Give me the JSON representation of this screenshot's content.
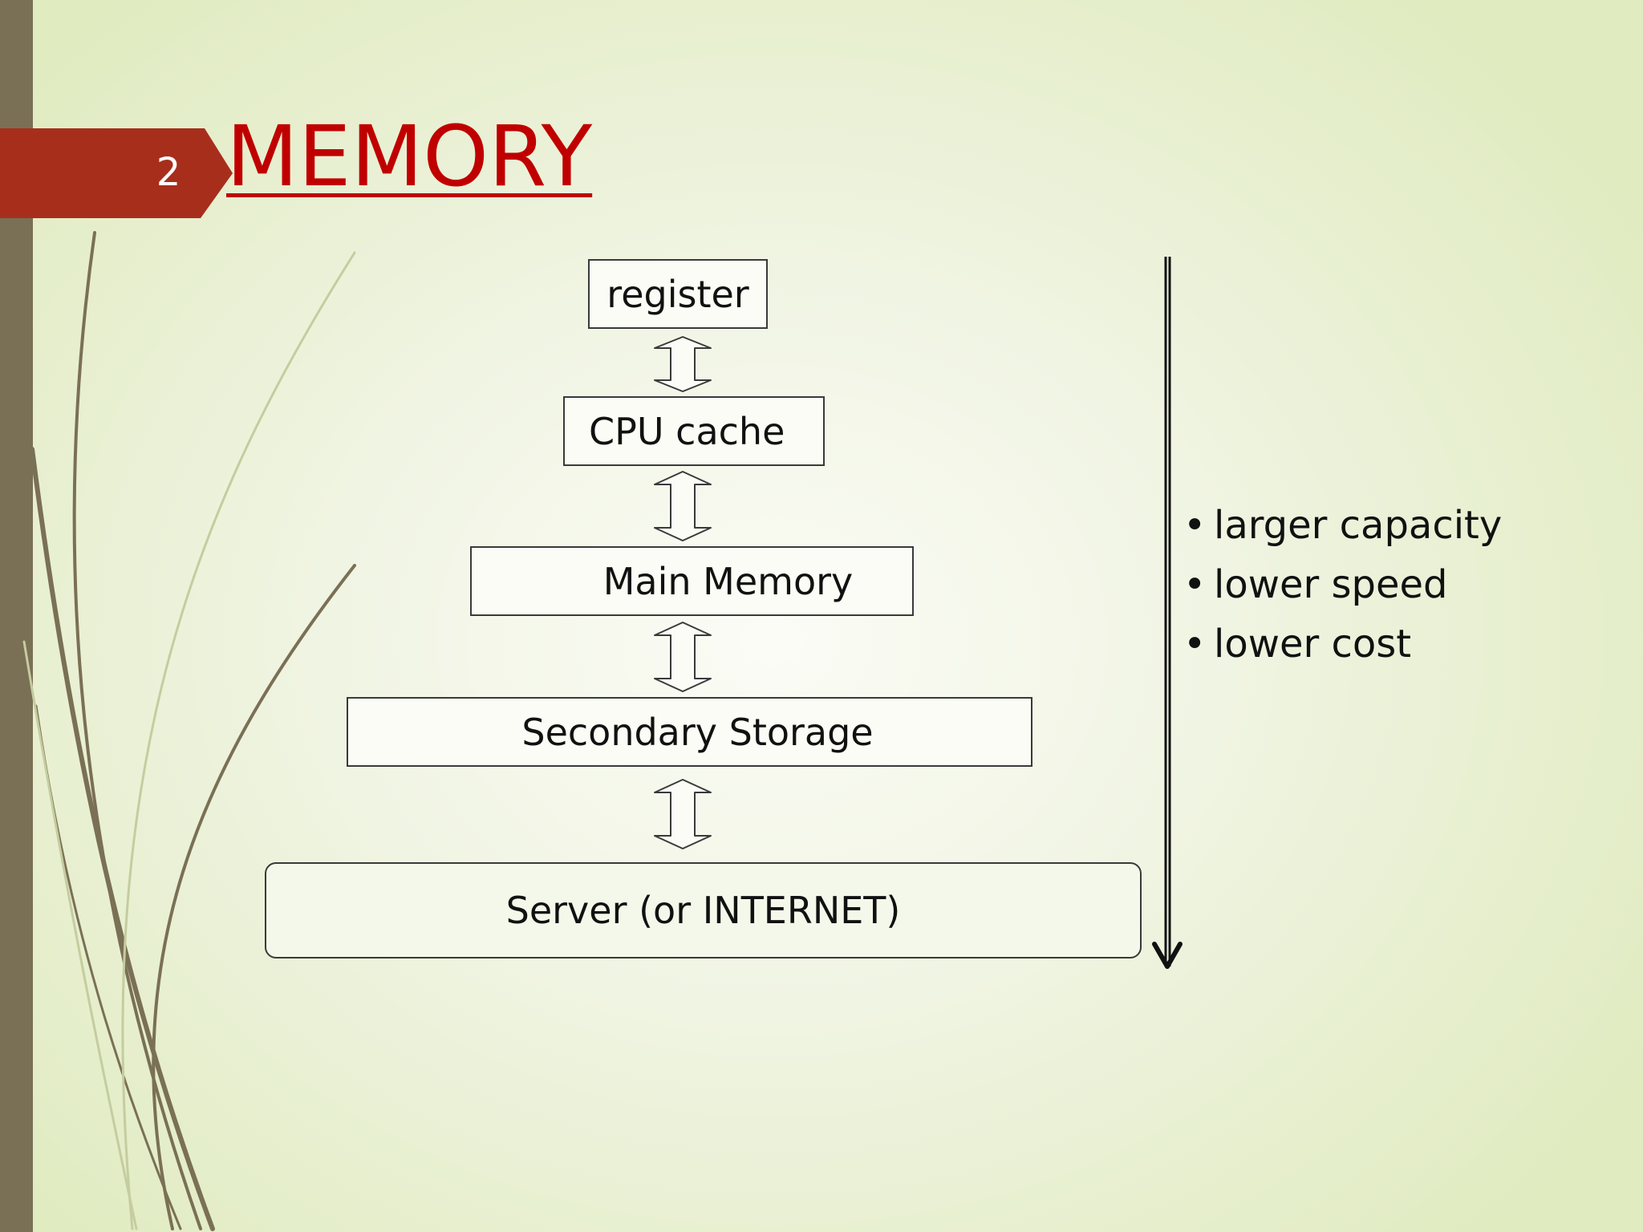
{
  "slide": {
    "number": "2",
    "title": "MEMORY"
  },
  "hierarchy": [
    {
      "label": "register"
    },
    {
      "label": "CPU cache"
    },
    {
      "label": "Main Memory"
    },
    {
      "label": "Secondary Storage"
    },
    {
      "label": "Server (or INTERNET)"
    }
  ],
  "trend": {
    "bullet_char": "•",
    "items": [
      "larger capacity",
      "lower speed",
      "lower cost"
    ]
  }
}
